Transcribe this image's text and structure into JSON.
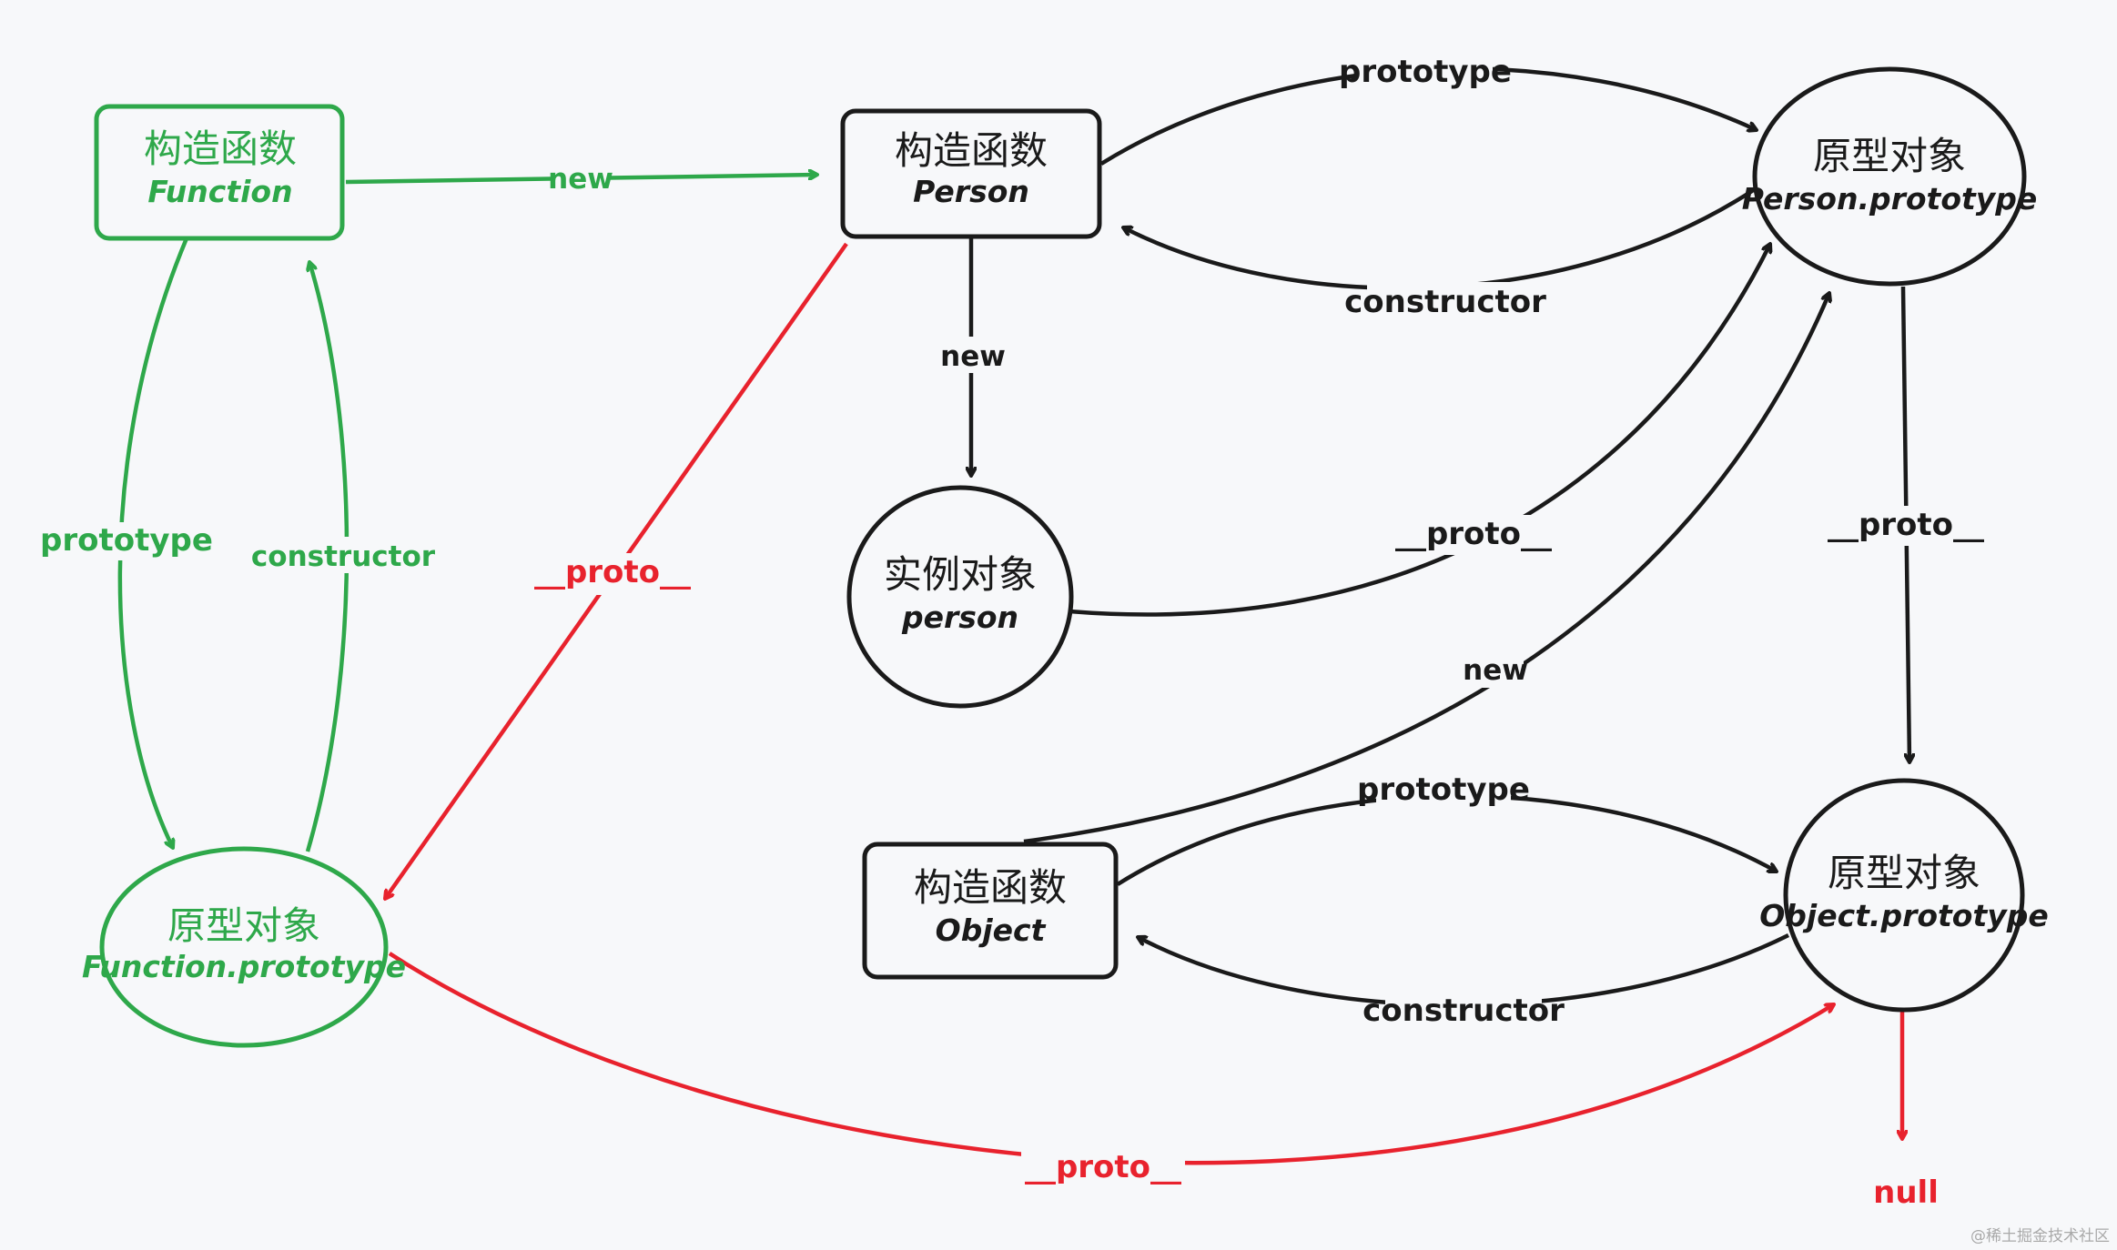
{
  "colors": {
    "green": "#2ea84a",
    "black": "#1a1a1a",
    "red": "#e8222d",
    "background": "#f7f8fa"
  },
  "nodes": {
    "function_ctor": {
      "line1": "构造函数",
      "line2": "Function"
    },
    "person_ctor": {
      "line1": "构造函数",
      "line2": "Person"
    },
    "person_proto": {
      "line1": "原型对象",
      "line2": "Person.prototype"
    },
    "function_proto": {
      "line1": "原型对象",
      "line2": "Function.prototype"
    },
    "person_instance": {
      "line1": "实例对象",
      "line2": "person"
    },
    "object_ctor": {
      "line1": "构造函数",
      "line2": "Object"
    },
    "object_proto": {
      "line1": "原型对象",
      "line2": "Object.prototype"
    },
    "null_node": {
      "label": "null"
    }
  },
  "edges": {
    "function_new": "new",
    "function_prototype": "prototype",
    "function_constructor": "constructor",
    "person_prototype": "prototype",
    "person_constructor": "constructor",
    "person_new": "new",
    "person_ctor_proto": "__proto__",
    "person_instance_proto": "__proto__",
    "person_proto_proto": "__proto__",
    "object_new": "new",
    "object_prototype": "prototype",
    "object_constructor": "constructor",
    "function_proto_proto": "__proto__"
  },
  "watermark": "@稀土掘金技术社区"
}
